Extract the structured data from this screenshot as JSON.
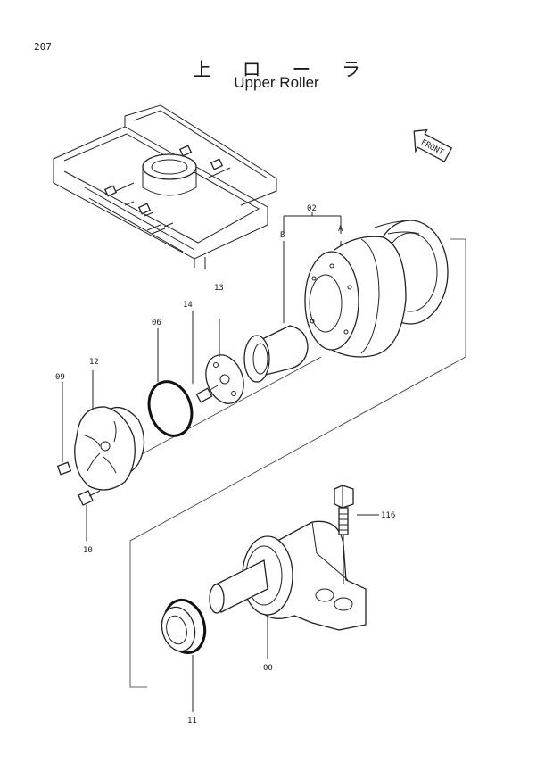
{
  "page_number": "207",
  "title_jp": "上 ロ ー ラ",
  "title_en": "Upper Roller",
  "front_arrow_label": "FRONT",
  "callouts": {
    "c02": "02",
    "cA": "A",
    "cB": "B",
    "c13": "13",
    "c14": "14",
    "c06": "06",
    "c12": "12",
    "c09": "09",
    "c10": "10",
    "c116": "116",
    "c00": "00",
    "c11": "11"
  }
}
